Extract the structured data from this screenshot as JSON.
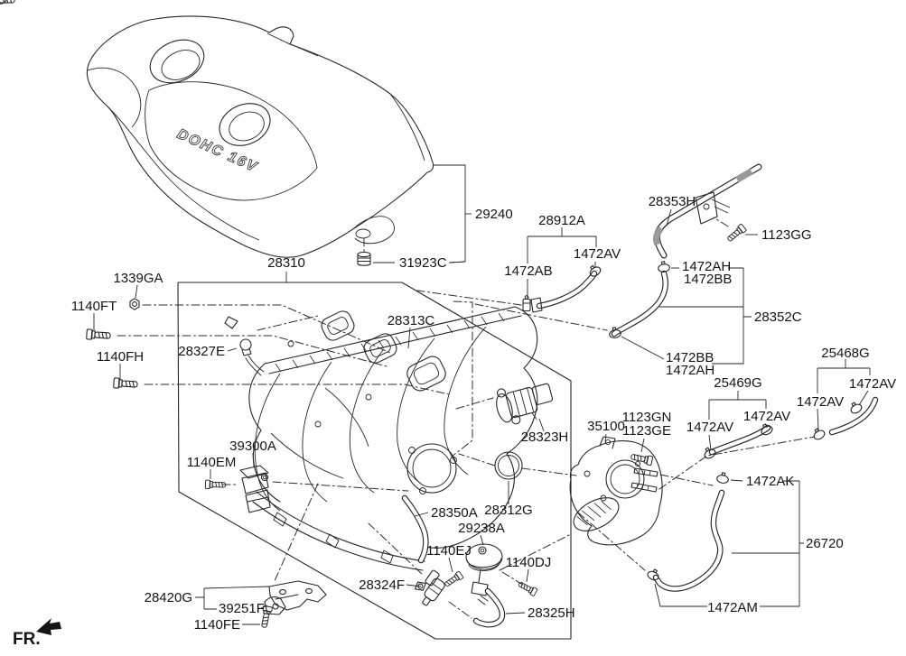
{
  "labels": {
    "cover_29240": "29240",
    "manifold_28310": "28310",
    "plug_31923C": "31923C",
    "nut_1339GA": "1339GA",
    "bolt_1140FT": "1140FT",
    "bolt_1140FH": "1140FH",
    "valve_28327E": "28327E",
    "gasket_28313C": "28313C",
    "valve_28323H": "28323H",
    "gasket_28312G": "28312G",
    "actuator_29238A": "29238A",
    "bolt_1140EJ": "1140EJ",
    "bolt_1140DJ": "1140DJ",
    "solenoid_28324F": "28324F",
    "hose_28325H": "28325H",
    "hose_28350A": "28350A",
    "sensor_39300A": "39300A",
    "bolt_1140EM": "1140EM",
    "bracket_28420G": "28420G",
    "bracket_39251F": "39251F",
    "bolt_1140FE": "1140FE",
    "throttle_35100": "35100",
    "bolt_1123GN": "1123GN",
    "bolt_1123GE": "1123GE",
    "hose_25469G": "25469G",
    "clamp_1472AV_25469G_left": "1472AV",
    "clamp_1472AV_25469G_right": "1472AV",
    "hose_25468G": "25468G",
    "clamp_1472AV_25468G_left": "1472AV",
    "clamp_1472AV_25468G_right": "1472AV",
    "clamp_1472AK": "1472AK",
    "hose_26720": "26720",
    "clamp_1472AM": "1472AM",
    "hose_28352C": "28352C",
    "clamp_1472AH_top": "1472AH",
    "clamp_1472BB_top": "1472BB",
    "clamp_1472BB_bottom": "1472BB",
    "clamp_1472AH_bottom": "1472AH",
    "pipe_28353H": "28353H",
    "bolt_1123GG": "1123GG",
    "hose_28912A": "28912A",
    "clamp_1472AB": "1472AB",
    "clamp_1472AV_28912A": "1472AV",
    "fr": "FR.",
    "cover_embossing": "DOHC 16V"
  }
}
